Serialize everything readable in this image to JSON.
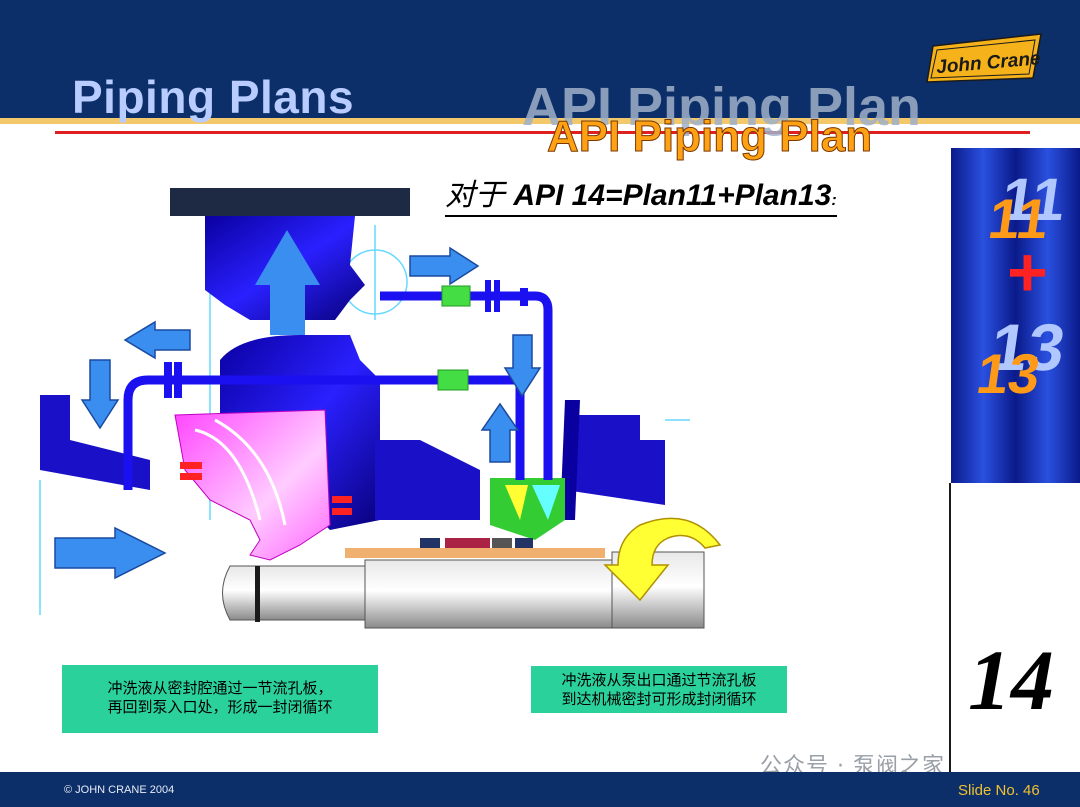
{
  "header": {
    "section_title": "Piping Plans",
    "main_title": "API Piping Plan",
    "main_title_shadow": "API Piping Plan",
    "logo_text": "John Crane"
  },
  "subtitle": {
    "prefix": "对于",
    "formula": " API  14=Plan11+Plan13",
    "suffix": ":"
  },
  "sidebar": {
    "plan_a": "11",
    "plus": "+",
    "plan_b": "13",
    "plan_number": "14"
  },
  "notes": {
    "left": [
      "冲洗液从密封腔通过一节流孔板，",
      "再回到泵入口处，形成一封闭循环"
    ],
    "right": [
      "冲洗液从泵出口通过节流孔板",
      "到达机械密封可形成封闭循环"
    ]
  },
  "footer": {
    "copyright": "© JOHN CRANE 2004",
    "slide_label": "Slide No. 46"
  },
  "watermark": "公众号 · 泵阀之家",
  "colors": {
    "header_blue": "#0c2f6a",
    "pump_blue": "#1a10d8",
    "impeller_pink": "#ff66ff",
    "title_orange": "#ffa114",
    "note_green": "#2bd19a",
    "arrow_yellow": "#ffff33"
  }
}
